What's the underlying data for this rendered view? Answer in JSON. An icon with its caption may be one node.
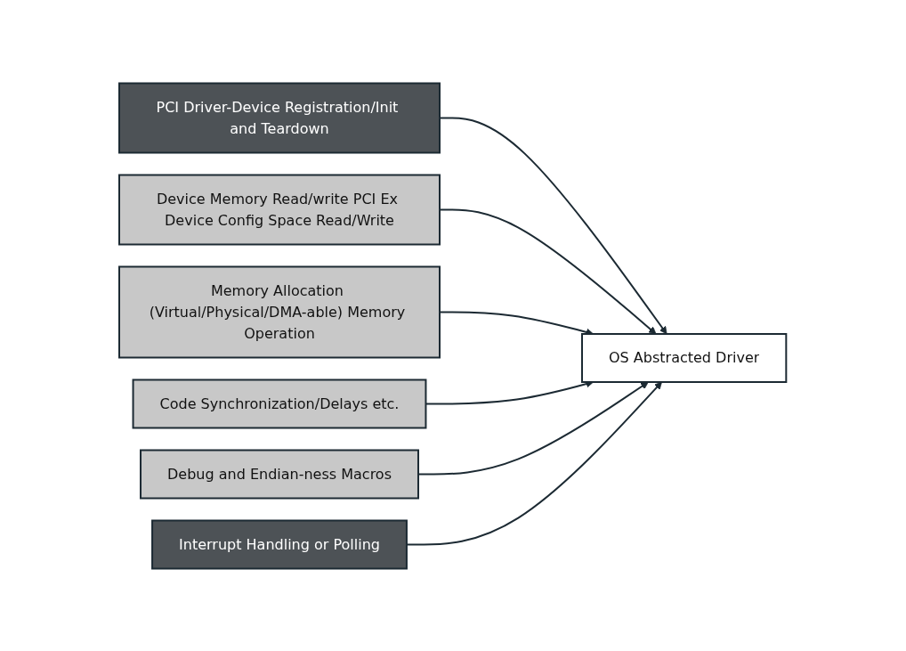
{
  "diagram": {
    "nodes": [
      {
        "text": [
          "PCI Driver-Device Registration/Init and Teardown"
        ]
      },
      {
        "text": [
          "Device Memory Read/write PCI Ex Device Config Space Read/Write"
        ]
      },
      {
        "text": [
          "Memory Allocation (Virtual/Physical/DMA-able) Memory Operation"
        ]
      },
      {
        "text": [
          "Code Synchronization/Delays etc."
        ]
      },
      {
        "text": [
          "Debug and Endian-ness Macros"
        ]
      },
      {
        "text": [
          "Interrupt Handling or Polling"
        ]
      },
      {
        "text": [
          "OS Abstracted Driver"
        ]
      }
    ],
    "edges": [
      {
        "from": 0,
        "to": 6,
        "arrow": "to"
      },
      {
        "from": 1,
        "to": 6,
        "arrow": "to"
      },
      {
        "from": 2,
        "to": 6,
        "arrow": "to"
      },
      {
        "from": 3,
        "to": 6,
        "arrow": "to"
      },
      {
        "from": 4,
        "to": 6,
        "arrow": "to"
      },
      {
        "from": 5,
        "to": 6,
        "arrow": "to"
      }
    ]
  }
}
